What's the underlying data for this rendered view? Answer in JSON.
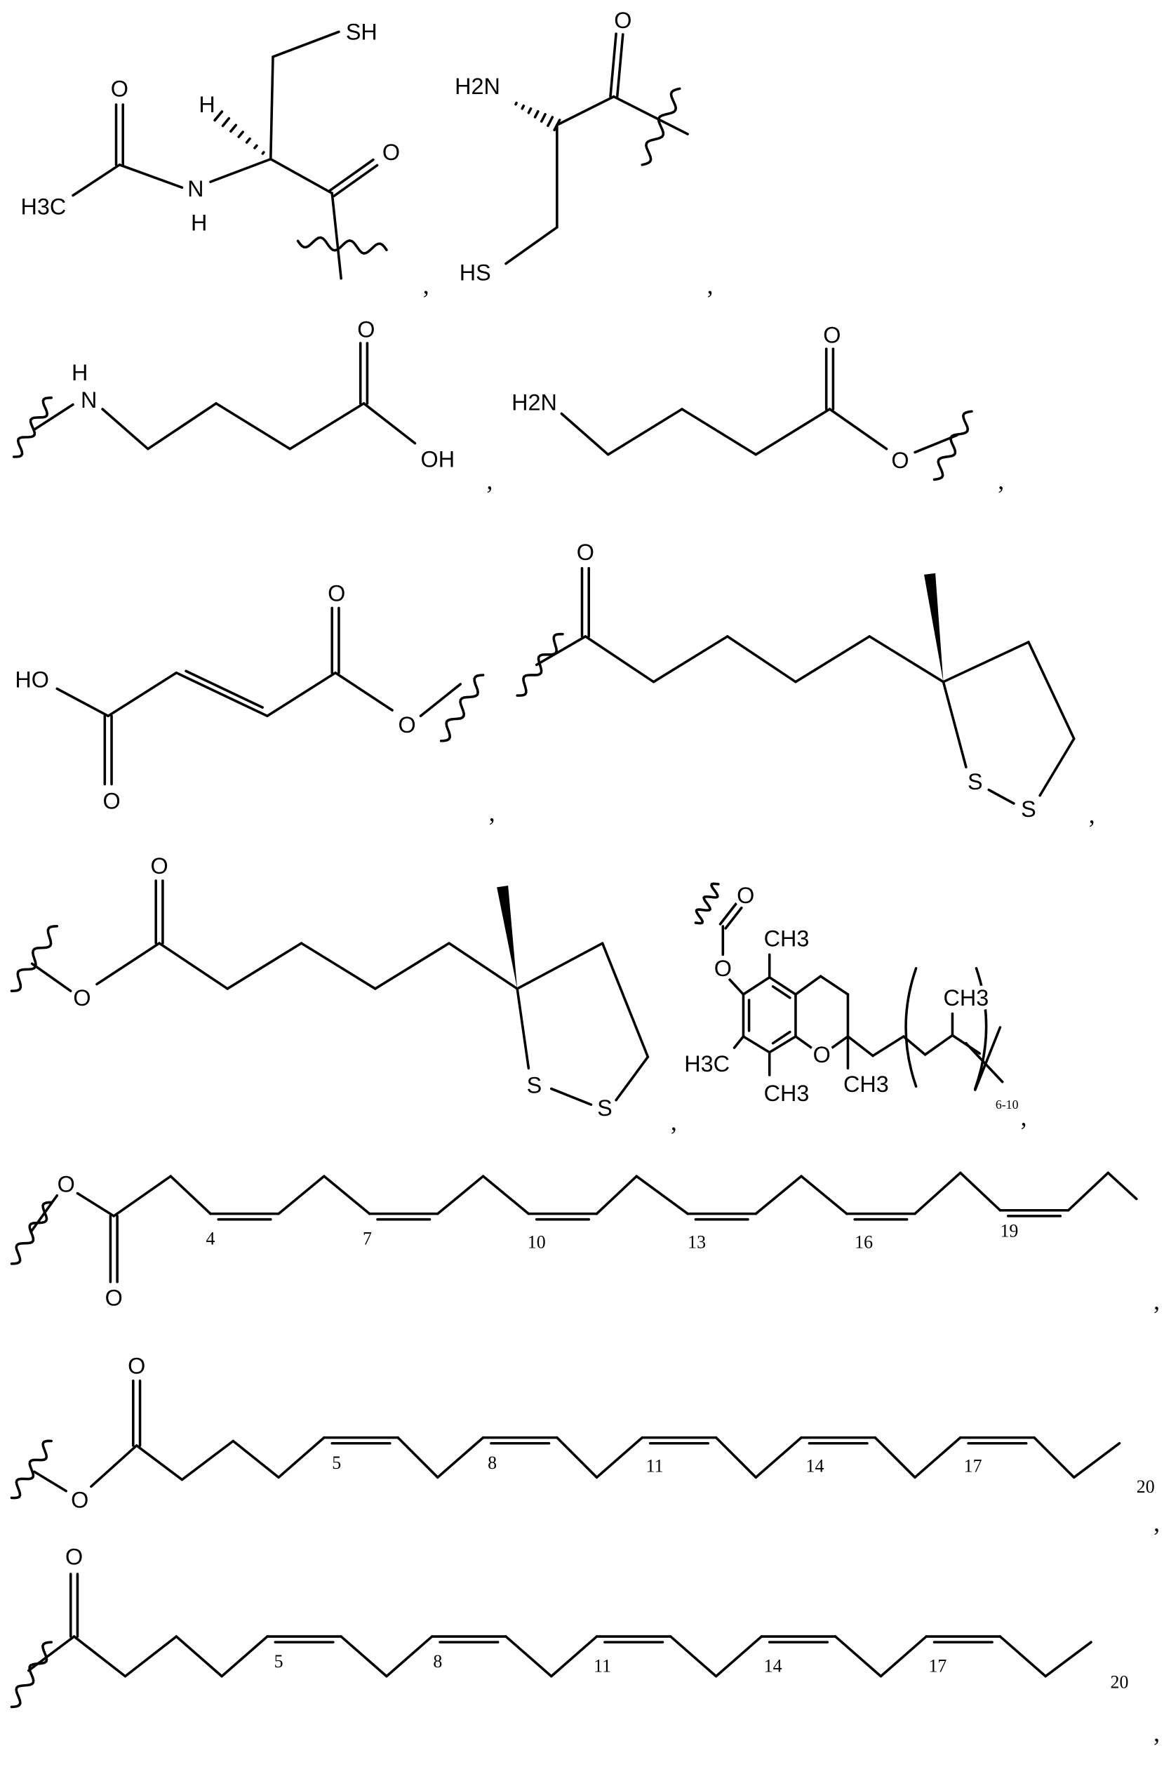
{
  "figure": {
    "separator": ",",
    "structures": [
      {
        "id": "n-acetylcysteine-acyl",
        "labels": [
          "SH",
          "H",
          "O",
          "H3C",
          "N",
          "H",
          "O"
        ]
      },
      {
        "id": "cysteine-acyl",
        "labels": [
          "H2N",
          "O",
          "HS"
        ]
      },
      {
        "id": "gaba-n-linked",
        "labels": [
          "N",
          "H",
          "O",
          "OH"
        ]
      },
      {
        "id": "gaba-ester",
        "labels": [
          "H2N",
          "O",
          "O"
        ]
      },
      {
        "id": "fumarate-ester",
        "labels": [
          "HO",
          "O",
          "O",
          "O"
        ]
      },
      {
        "id": "lipoyl-acyl",
        "labels": [
          "O",
          "S",
          "S"
        ]
      },
      {
        "id": "lipoyl-ester",
        "labels": [
          "O",
          "O",
          "S",
          "S"
        ]
      },
      {
        "id": "tocopherol-carbonate",
        "labels": [
          "O",
          "O",
          "CH3",
          "CH3",
          "H3C",
          "O",
          "CH3",
          "CH3",
          "6-10"
        ]
      },
      {
        "id": "dha-ester",
        "labels": [
          "O",
          "O",
          "4",
          "7",
          "10",
          "13",
          "16",
          "19"
        ]
      },
      {
        "id": "epa-ester",
        "labels": [
          "O",
          "O",
          "5",
          "8",
          "11",
          "14",
          "17",
          "20"
        ]
      },
      {
        "id": "epa-acyl",
        "labels": [
          "O",
          "5",
          "8",
          "11",
          "14",
          "17",
          "20"
        ]
      }
    ]
  }
}
